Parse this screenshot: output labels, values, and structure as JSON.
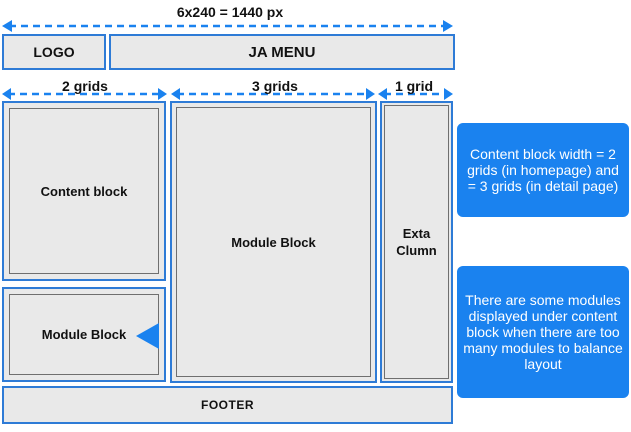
{
  "dimensions": {
    "total": "6x240 = 1440 px",
    "left": "2 grids",
    "middle": "3 grids",
    "right": "1 grid"
  },
  "header": {
    "logo": "LOGO",
    "menu": "JA MENU"
  },
  "blocks": {
    "content_block": "Content block",
    "module_block_left": "Module Block",
    "module_block_center": "Module Block",
    "extra_column": "Exta Clumn",
    "footer": "FOOTER"
  },
  "notes": {
    "content_width": "Content block width = 2 grids (in homepage) and = 3 grids (in detail page)",
    "modules_under": "There are some modules displayed under content block when there are too many modules to balance layout"
  },
  "colors": {
    "accent": "#1a82ef",
    "border": "#2e7bd6",
    "fill": "#e9e9e9"
  }
}
